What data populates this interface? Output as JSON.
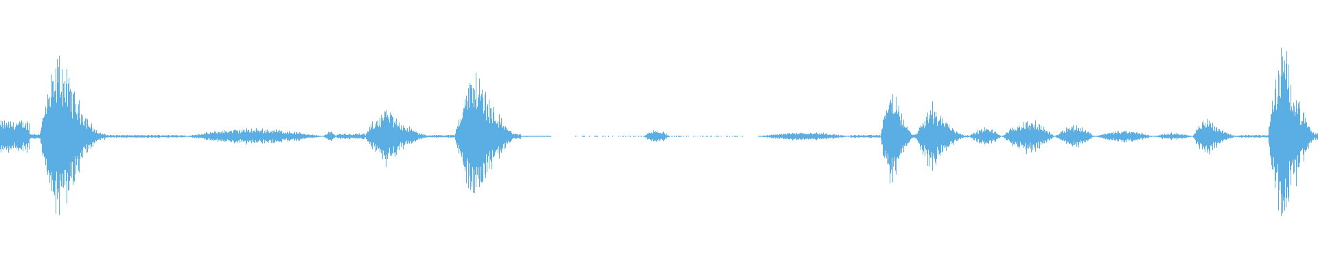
{
  "waveform": {
    "color": "#5aaee3",
    "background": "#ffffff",
    "segments": [
      {
        "start": 0.0,
        "end": 0.022,
        "amp": 0.11,
        "shape": "flat",
        "density": 1.0
      },
      {
        "start": 0.022,
        "end": 0.03,
        "amp": 0.02,
        "shape": "flat",
        "density": 1.0
      },
      {
        "start": 0.03,
        "end": 0.08,
        "amp": 0.58,
        "shape": "burst",
        "density": 1.0
      },
      {
        "start": 0.08,
        "end": 0.14,
        "amp": 0.01,
        "shape": "flat",
        "density": 1.0
      },
      {
        "start": 0.14,
        "end": 0.245,
        "amp": 0.055,
        "shape": "swell",
        "density": 1.0
      },
      {
        "start": 0.245,
        "end": 0.255,
        "amp": 0.035,
        "shape": "swell",
        "density": 1.0
      },
      {
        "start": 0.255,
        "end": 0.277,
        "amp": 0.02,
        "shape": "flat",
        "density": 1.0
      },
      {
        "start": 0.277,
        "end": 0.328,
        "amp": 0.2,
        "shape": "burst",
        "density": 1.0
      },
      {
        "start": 0.328,
        "end": 0.345,
        "amp": 0.01,
        "shape": "flat",
        "density": 1.0
      },
      {
        "start": 0.345,
        "end": 0.395,
        "amp": 0.48,
        "shape": "burst",
        "density": 1.0
      },
      {
        "start": 0.395,
        "end": 0.418,
        "amp": 0.004,
        "shape": "flat",
        "density": 1.0
      },
      {
        "start": 0.435,
        "end": 0.565,
        "amp": 0.004,
        "shape": "flat",
        "density": 0.35
      },
      {
        "start": 0.488,
        "end": 0.508,
        "amp": 0.045,
        "shape": "swell",
        "density": 1.0
      },
      {
        "start": 0.575,
        "end": 0.645,
        "amp": 0.03,
        "shape": "swell",
        "density": 1.0
      },
      {
        "start": 0.645,
        "end": 0.668,
        "amp": 0.01,
        "shape": "flat",
        "density": 1.0
      },
      {
        "start": 0.668,
        "end": 0.695,
        "amp": 0.36,
        "shape": "burst",
        "density": 1.0
      },
      {
        "start": 0.695,
        "end": 0.735,
        "amp": 0.24,
        "shape": "burst",
        "density": 1.0
      },
      {
        "start": 0.735,
        "end": 0.76,
        "amp": 0.06,
        "shape": "swell",
        "density": 1.0
      },
      {
        "start": 0.76,
        "end": 0.8,
        "amp": 0.11,
        "shape": "swell",
        "density": 1.0
      },
      {
        "start": 0.8,
        "end": 0.83,
        "amp": 0.08,
        "shape": "swell",
        "density": 1.0
      },
      {
        "start": 0.83,
        "end": 0.875,
        "amp": 0.04,
        "shape": "swell",
        "density": 1.0
      },
      {
        "start": 0.875,
        "end": 0.905,
        "amp": 0.025,
        "shape": "swell",
        "density": 1.0
      },
      {
        "start": 0.905,
        "end": 0.94,
        "amp": 0.14,
        "shape": "burst",
        "density": 1.0
      },
      {
        "start": 0.94,
        "end": 0.962,
        "amp": 0.01,
        "shape": "flat",
        "density": 1.0
      },
      {
        "start": 0.962,
        "end": 1.0,
        "amp": 0.66,
        "shape": "burst",
        "density": 1.0
      }
    ]
  }
}
